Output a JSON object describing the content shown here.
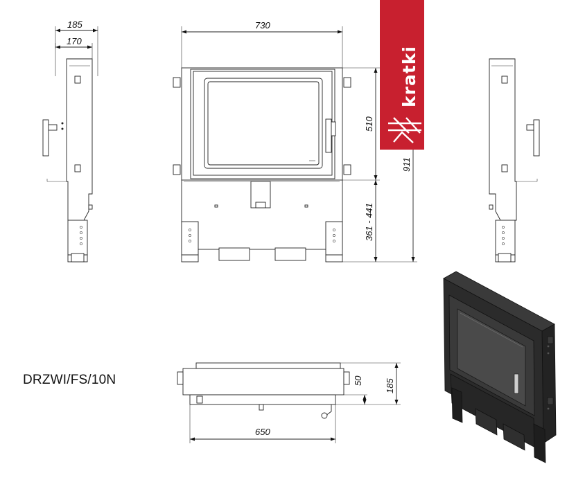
{
  "product_code": "DRZWI/FS/10N",
  "brand": {
    "name": "kratki",
    "color": "#c8202f"
  },
  "dimensions": {
    "side_total": "185",
    "side_body": "170",
    "front_width": "730",
    "door_height": "510",
    "total_height": "911",
    "leg_range": "361 - 441",
    "top_depth": "50",
    "top_total": "185",
    "top_width": "650"
  },
  "colors": {
    "line": "#222222",
    "unit_body": "#2b2b2b",
    "glass": "#4a4a4a"
  }
}
